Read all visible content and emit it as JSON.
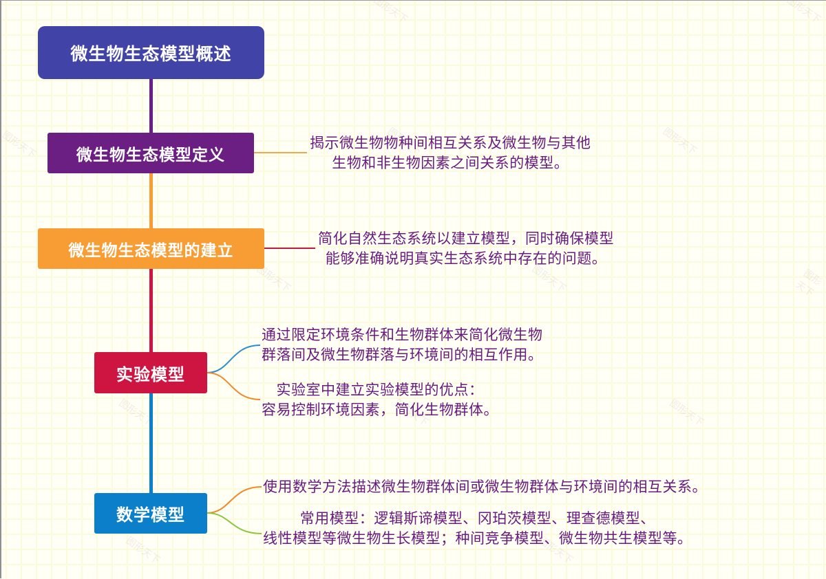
{
  "colors": {
    "root": "#4144a6",
    "definition": "#6b1f82",
    "building": "#f89d33",
    "experimental": "#ce1542",
    "mathematical": "#0c7fca",
    "leaf_text": "#6a1b80",
    "link_def": "#f6a646",
    "link_build": "#c4174a",
    "link_exp_top": "#2c8fcc",
    "link_exp_bottom": "#ee8a2a",
    "link_math_top": "#ee8a2a",
    "link_math_bottom": "#8cc63f",
    "spine_root_def": "#6b1f82",
    "spine_def_build": "#f89d33",
    "spine_build_exp": "#ce1542",
    "spine_exp_math": "#0c7fca"
  },
  "mindmap": {
    "root": {
      "label": "微生物生态模型概述"
    },
    "branches": [
      {
        "label": "微生物生态模型定义",
        "leaves": [
          {
            "lines": [
              "揭示微生物物种间相互关系及微生物与其他",
              "生物和非生物因素之间关系的模型。"
            ]
          }
        ]
      },
      {
        "label": "微生物生态模型的建立",
        "leaves": [
          {
            "lines": [
              "简化自然生态系统以建立模型，同时确保模型",
              "能够准确说明真实生态系统中存在的问题。"
            ]
          }
        ]
      },
      {
        "label": "实验模型",
        "leaves": [
          {
            "lines": [
              "通过限定环境条件和生物群体来简化微生物",
              "群落间及微生物群落与环境间的相互作用。"
            ]
          },
          {
            "lines": [
              "实验室中建立实验模型的优点：",
              "容易控制环境因素，简化生物群体。"
            ]
          }
        ]
      },
      {
        "label": "数学模型",
        "leaves": [
          {
            "lines": [
              "使用数学方法描述微生物群体间或微生物群体与环境间的相互关系。"
            ]
          },
          {
            "lines": [
              "常用模型：逻辑斯谛模型、冈珀茨模型、理查德模型、",
              "线性模型等微生物生长模型；种间竞争模型、微生物共生模型等。"
            ]
          }
        ]
      }
    ]
  },
  "watermark": {
    "text": "图形天下"
  }
}
